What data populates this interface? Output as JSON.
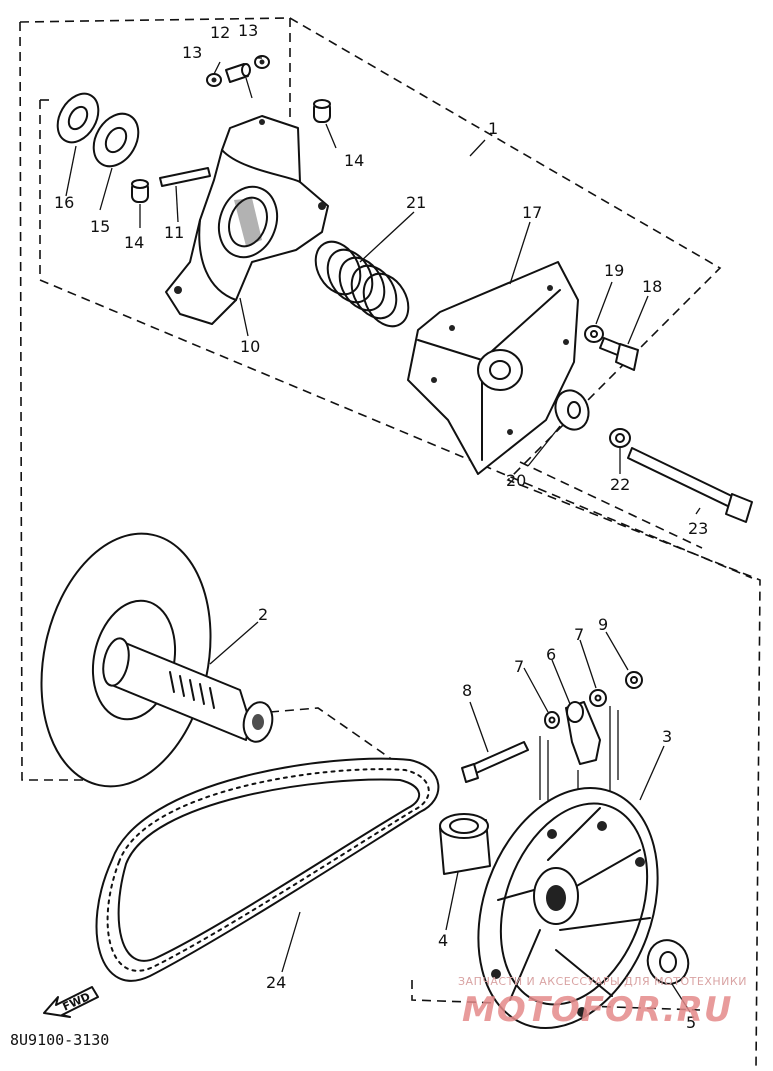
{
  "diagram": {
    "drawing_code": "8U9100-3130",
    "watermark_caption": "ЗАПЧАСТИ И АКСЕССУАРЫ ДЛЯ МОТОТЕХНИКИ",
    "watermark_brand": "MOTOFOR.RU",
    "fwd_label": "FWD",
    "callouts": {
      "c1": "1",
      "c2": "2",
      "c3": "3",
      "c4": "4",
      "c5": "5",
      "c6": "6",
      "c7a": "7",
      "c7b": "7",
      "c8": "8",
      "c9": "9",
      "c10": "10",
      "c11": "11",
      "c12": "12",
      "c13a": "13",
      "c13b": "13",
      "c14a": "14",
      "c14b": "14",
      "c15": "15",
      "c16": "16",
      "c17": "17",
      "c18": "18",
      "c19": "19",
      "c20": "20",
      "c21": "21",
      "c22": "22",
      "c23": "23",
      "c24": "24"
    }
  }
}
